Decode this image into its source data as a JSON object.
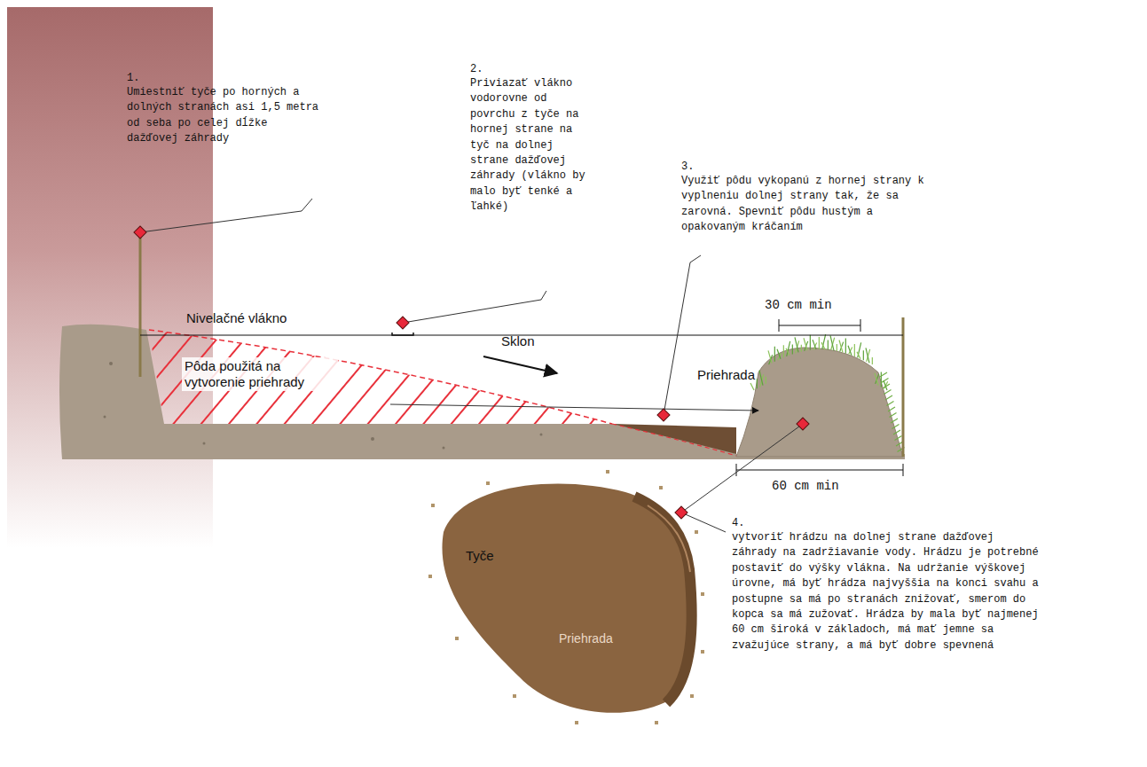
{
  "diagram": {
    "nodes": [
      {
        "text": [
          "Priehrada"
        ]
      }
    ],
    "labels": [
      "1.",
      "Umiestniť tyče po horných a dolných stranách asi 1,5 metra od seba po celej dĺžke dažďovej záhrady",
      "2.",
      "Priviazať vlákno vodorovne od povrchu z tyče na hornej strane na tyč na dolnej strane dažďovej záhrady (vlákno by malo byť tenké a ľahké)",
      "3.",
      "Využiť pôdu vykopanú z hornej strany k vyplneniu dolnej strany tak, že sa zarovná. Spevniť pôdu hustým a opakovaným kráčaním",
      "Nivelačné vlákno",
      "Sklon",
      "Pôda použitá na vytvorenie priehrady",
      "Priehrada",
      "30 cm min",
      "60 cm min",
      "Tyče",
      "4.",
      "vytvoriť hrádzu na dolnej strane dažďovej záhrady na zadržiavanie vody. Hrádzu je potrebné postaviť do výšky vlákna. Na udržanie výškovej úrovne, má byť hrádza najvyššia na konci svahu a postupne sa má po stranách znižovať, smerom do kopca sa má zužovať. Hrádza by mala byť najmenej 60 cm široká v základoch, má mať jemne sa zvažujúce strany, a má byť dobre spevnená"
    ]
  }
}
